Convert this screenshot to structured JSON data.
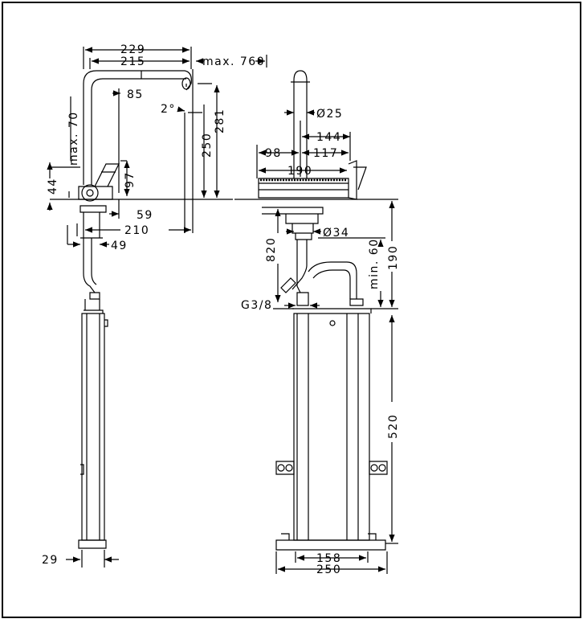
{
  "drawing": {
    "dims": {
      "d229": "229",
      "d215": "215",
      "max760": "max. 760",
      "d85": "85",
      "d2deg": "2°",
      "max70": "max. 70",
      "d250": "250",
      "d281": "281",
      "d44": "44",
      "d97": "97",
      "d59": "59",
      "d210": "210",
      "d49": "49",
      "d29": "29",
      "dia25": "Ø25",
      "d144": "144",
      "d98": "98",
      "d117": "117",
      "d190w": "190",
      "d820": "820",
      "dia34": "Ø34",
      "min60": "min. 60",
      "d190h": "190",
      "g38": "G3/8",
      "d520": "520",
      "d158": "158",
      "d250b": "250"
    }
  }
}
